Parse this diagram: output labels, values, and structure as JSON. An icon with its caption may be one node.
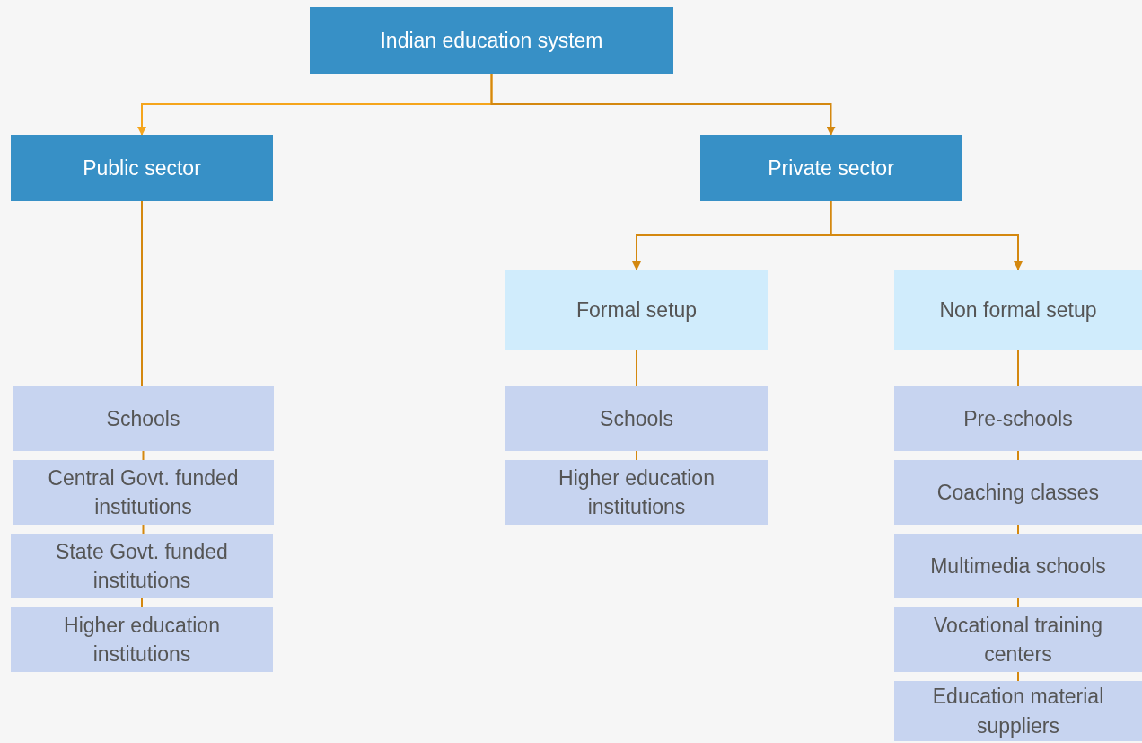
{
  "diagram": {
    "nodes": [
      {
        "text": [
          "Indian education system"
        ]
      },
      {
        "text": [
          "Public sector"
        ]
      },
      {
        "text": [
          "Private sector"
        ]
      },
      {
        "text": [
          "Formal setup"
        ]
      },
      {
        "text": [
          "Non formal setup"
        ]
      },
      {
        "text": [
          "Schools"
        ]
      },
      {
        "text": [
          "Central Govt. funded institutions"
        ]
      },
      {
        "text": [
          "State Govt. funded institutions"
        ]
      },
      {
        "text": [
          "Higher education institutions"
        ]
      },
      {
        "text": [
          "Schools"
        ]
      },
      {
        "text": [
          "Higher education institutions"
        ]
      },
      {
        "text": [
          "Pre-schools"
        ]
      },
      {
        "text": [
          "Coaching classes"
        ]
      },
      {
        "text": [
          "Multimedia schools"
        ]
      },
      {
        "text": [
          "Vocational training centers"
        ]
      },
      {
        "text": [
          "Education material suppliers"
        ]
      }
    ],
    "edges": [
      {
        "from": 0,
        "to": 1,
        "arrow": "to",
        "color": "#f5a51c"
      },
      {
        "from": 0,
        "to": 2,
        "arrow": "to"
      },
      {
        "from": 1,
        "to": 5,
        "arrow": "none"
      },
      {
        "from": 5,
        "to": 6,
        "arrow": "none"
      },
      {
        "from": 6,
        "to": 7,
        "arrow": "none"
      },
      {
        "from": 7,
        "to": 8,
        "arrow": "none"
      },
      {
        "from": 2,
        "to": 3,
        "arrow": "to"
      },
      {
        "from": 2,
        "to": 4,
        "arrow": "to"
      },
      {
        "from": 3,
        "to": 9,
        "arrow": "none"
      },
      {
        "from": 9,
        "to": 10,
        "arrow": "none"
      },
      {
        "from": 4,
        "to": 11,
        "arrow": "none"
      },
      {
        "from": 11,
        "to": 12,
        "arrow": "none"
      },
      {
        "from": 12,
        "to": 13,
        "arrow": "none"
      },
      {
        "from": 13,
        "to": 14,
        "arrow": "none"
      },
      {
        "from": 14,
        "to": 15,
        "arrow": "none"
      }
    ]
  }
}
